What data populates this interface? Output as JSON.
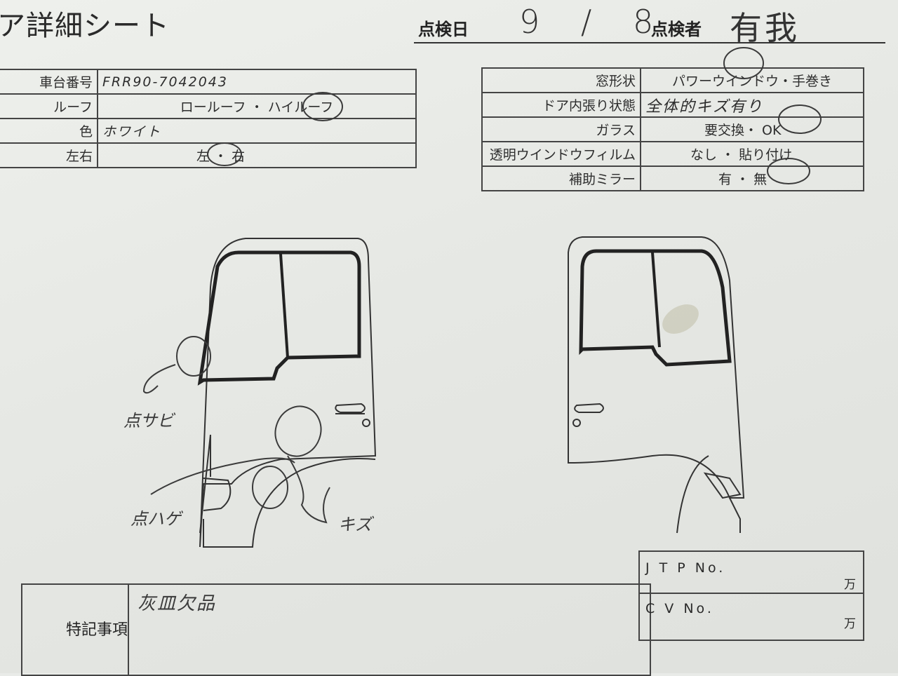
{
  "header": {
    "title": "ア詳細シート",
    "date_label": "点検日",
    "date_value": "9 / 8",
    "inspector_label": "点検者",
    "inspector_value": "有我"
  },
  "left_table": {
    "rows": [
      {
        "label": "車台番号",
        "value": "FRR90-7042043"
      },
      {
        "label": "ルーフ",
        "value": "ロールーフ ・ ハイルーフ"
      },
      {
        "label": "色",
        "value": "ホワイト"
      },
      {
        "label": "左右",
        "value": "左 ・ 右"
      }
    ]
  },
  "right_table": {
    "rows": [
      {
        "label": "窓形状",
        "value": "パワーウインドウ・手巻き"
      },
      {
        "label": "ドア内張り状態",
        "value": "全体的キズ有り"
      },
      {
        "label": "ガラス",
        "value": "要交換・ OK"
      },
      {
        "label": "透明ウインドウフィルム",
        "value": "なし ・ 貼り付け"
      },
      {
        "label": "補助ミラー",
        "value": "有 ・ 無"
      }
    ]
  },
  "annotations": {
    "rust": "点サビ",
    "peel": "点ハゲ",
    "scratch": "キズ"
  },
  "remarks": {
    "label": "特記事項",
    "value": "灰皿欠品"
  },
  "jtp": {
    "jtp_label": "J T P No.",
    "cv_label": "C V No.",
    "unit": "万"
  }
}
